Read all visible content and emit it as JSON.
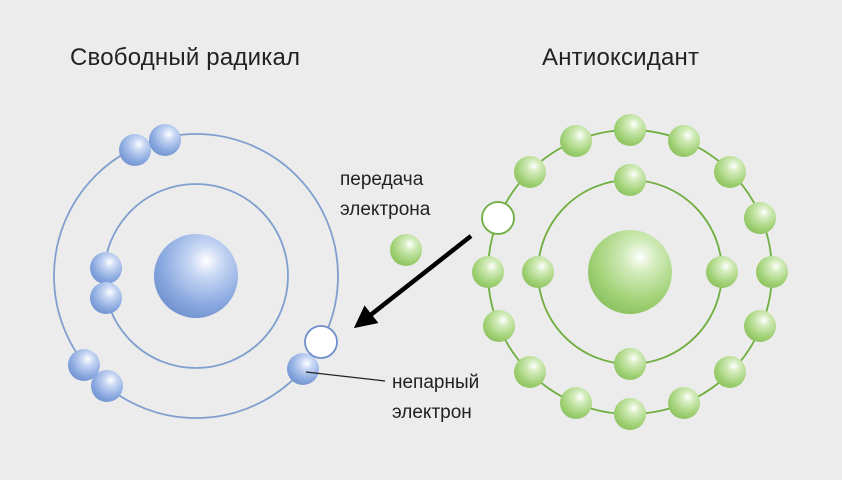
{
  "free_radical": {
    "title": "Свободный радикал"
  },
  "antioxidant": {
    "title": "Антиоксидант"
  },
  "labels": {
    "transfer_line1": "передача",
    "transfer_line2": "электрона",
    "unpaired_line1": "непарный",
    "unpaired_line2": "электрон"
  },
  "colors": {
    "background": "#ececec",
    "blue_orbit": "#7f9fcf",
    "blue_electron": "#86a6dd",
    "green_orbit": "#6fae3f",
    "green_electron": "#a8d67f",
    "arrow": "#000000"
  }
}
